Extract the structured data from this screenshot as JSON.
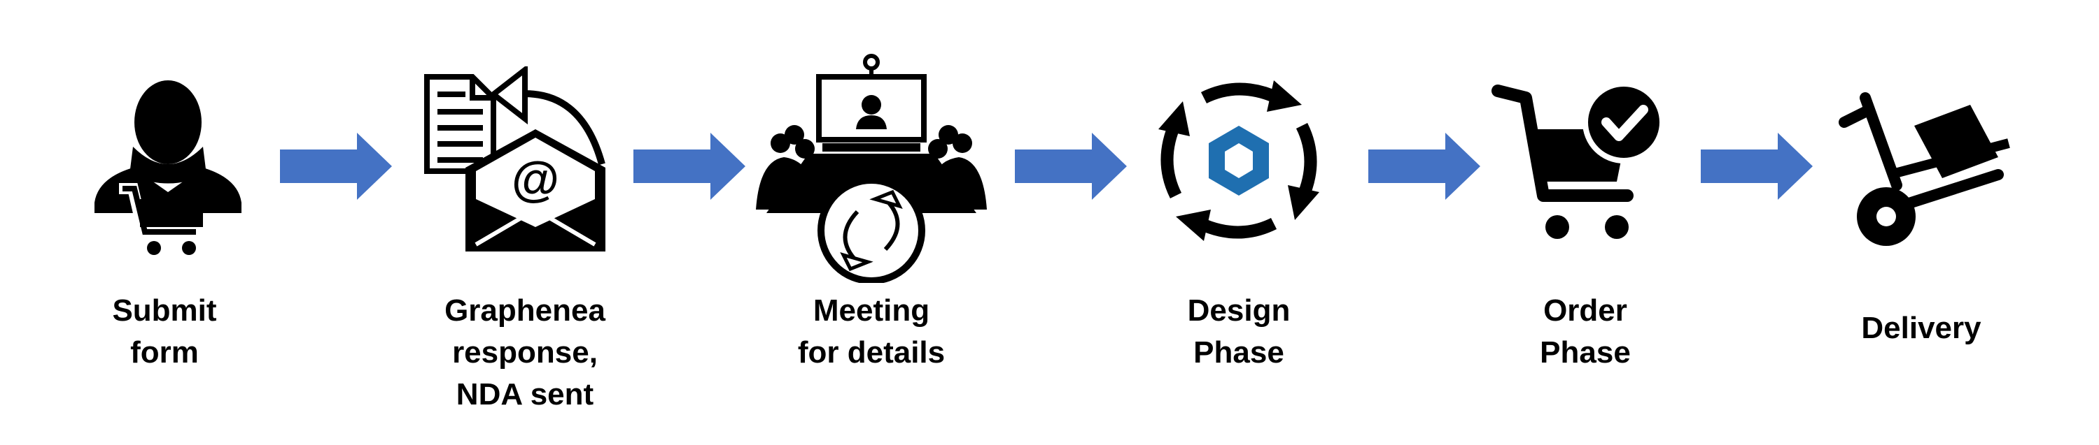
{
  "arrow_color": "#4472c4",
  "icon_color": "#000000",
  "hex_color": "#1f6fb0",
  "steps": [
    {
      "icon": "user-cart-icon",
      "label": "Submit\nform"
    },
    {
      "icon": "email-documents-icon",
      "label": "Graphenea\nresponse,\nNDA sent"
    },
    {
      "icon": "video-meeting-icon",
      "label": "Meeting\nfor details"
    },
    {
      "icon": "design-cycle-icon",
      "label": "Design\nPhase"
    },
    {
      "icon": "cart-check-icon",
      "label": "Order\nPhase"
    },
    {
      "icon": "hand-truck-icon",
      "label": "Delivery"
    }
  ]
}
